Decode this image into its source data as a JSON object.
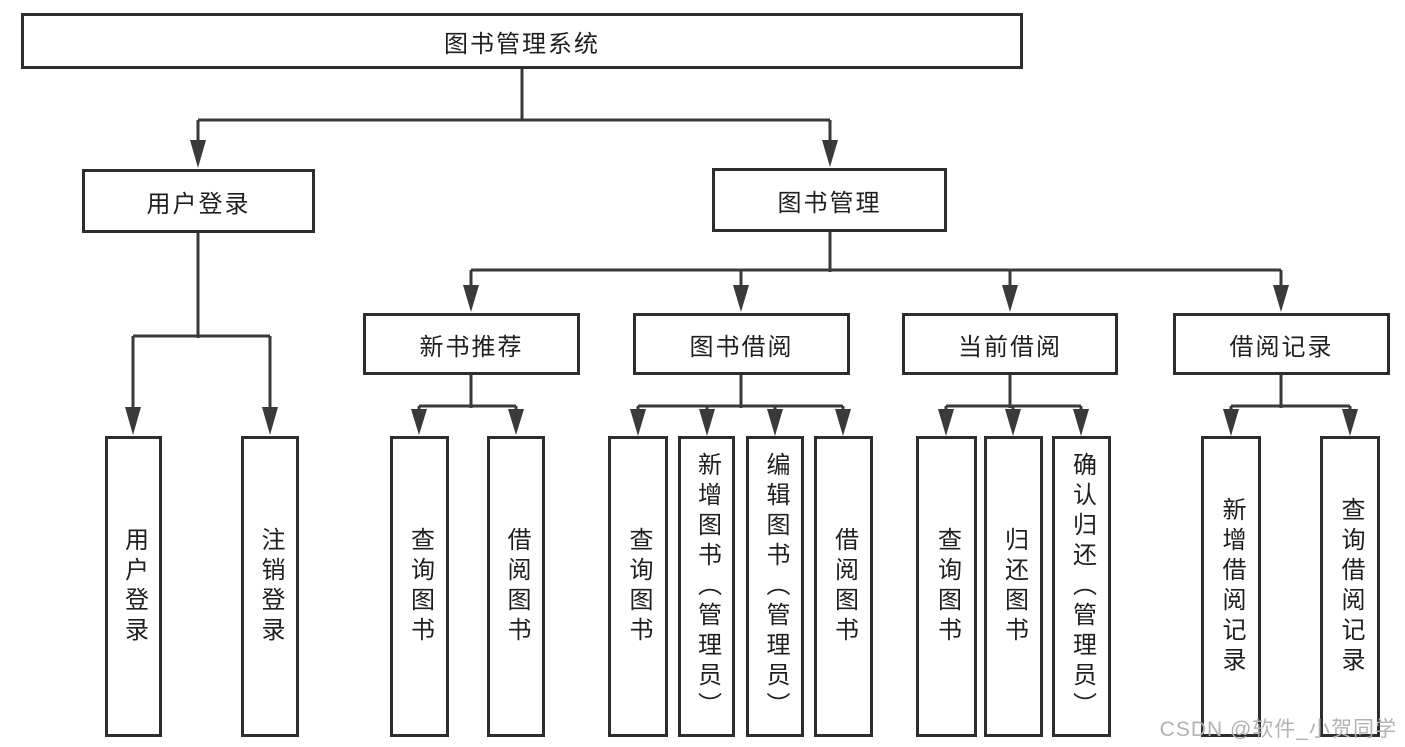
{
  "root": {
    "label": "图书管理系统"
  },
  "branches": {
    "user_login": {
      "label": "用户登录",
      "children": [
        "用户登录",
        "注销登录"
      ]
    },
    "book_mgmt": {
      "label": "图书管理"
    }
  },
  "sections": [
    {
      "label": "新书推荐",
      "children": [
        "查询图书",
        "借阅图书"
      ]
    },
    {
      "label": "图书借阅",
      "children": [
        "查询图书",
        "新增图书（管理员）",
        "编辑图书（管理员）",
        "借阅图书"
      ]
    },
    {
      "label": "当前借阅",
      "children": [
        "查询图书",
        "归还图书",
        "确认归还（管理员）"
      ]
    },
    {
      "label": "借阅记录",
      "children": [
        "新增借阅记录",
        "查询借阅记录"
      ]
    }
  ],
  "watermark": "CSDN @软件_小贺同学",
  "colors": {
    "line": "#3a3a3a",
    "box_border": "#2d2d2d",
    "text": "#1f1f1f",
    "watermark": "#b3b3b3",
    "background": "#ffffff"
  }
}
